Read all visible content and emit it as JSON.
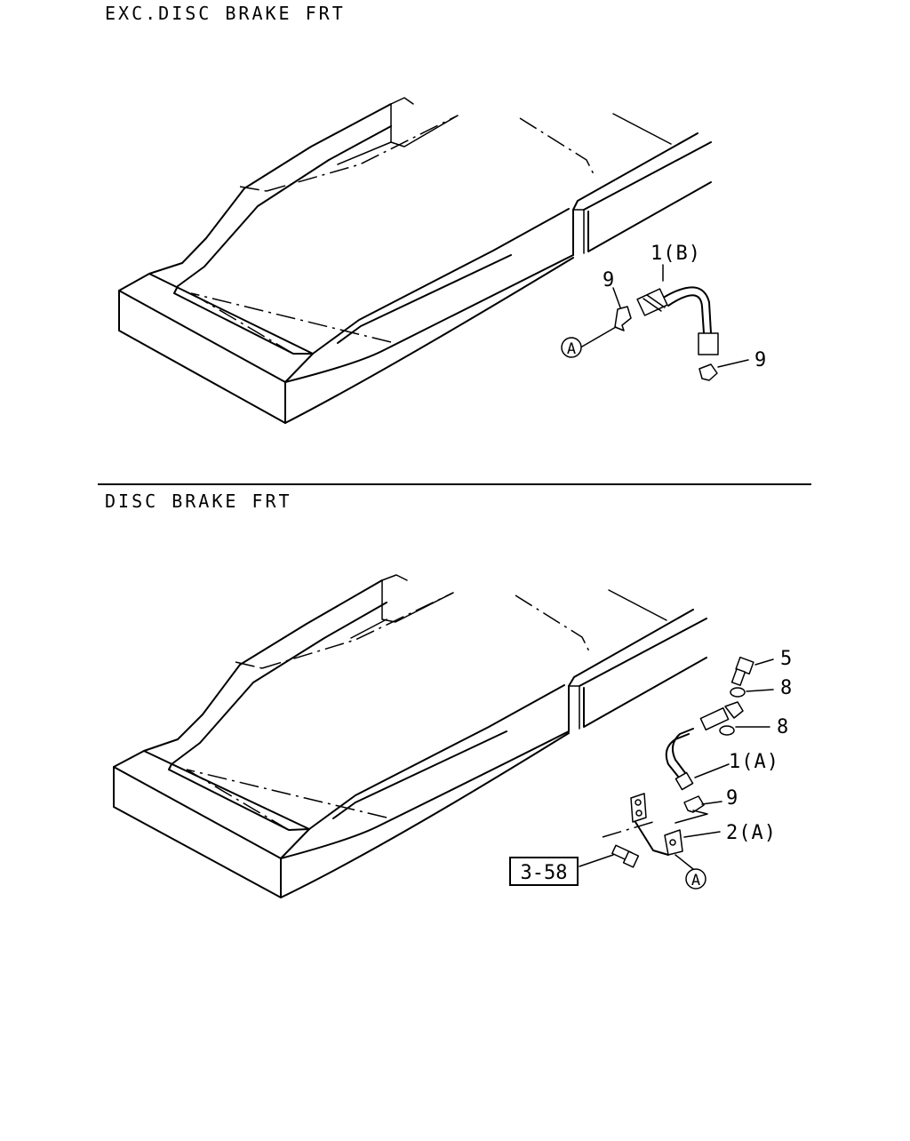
{
  "sections": [
    {
      "title": "EXC.DISC BRAKE FRT",
      "callouts": [
        {
          "label": "1(B)"
        },
        {
          "label": "9"
        },
        {
          "label": "9"
        },
        {
          "label": "A"
        }
      ]
    },
    {
      "title": "DISC BRAKE FRT",
      "callouts": [
        {
          "label": "5"
        },
        {
          "label": "8"
        },
        {
          "label": "8"
        },
        {
          "label": "1(A)"
        },
        {
          "label": "9"
        },
        {
          "label": "2(A)"
        },
        {
          "label": "A"
        }
      ],
      "reference": "3-58"
    }
  ]
}
